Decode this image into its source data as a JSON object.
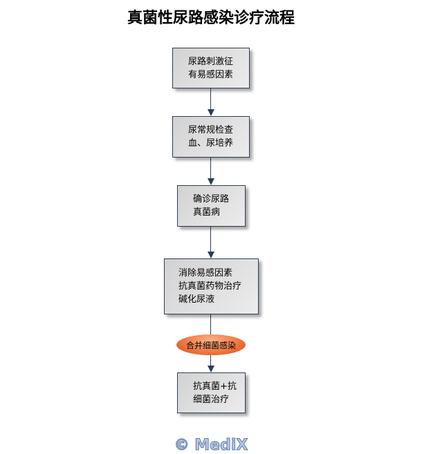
{
  "title": "真菌性尿路感染诊疗流程",
  "steps": [
    {
      "lines": [
        "尿路刺激征",
        "有易感因素"
      ]
    },
    {
      "lines": [
        "尿常规检查",
        "血、尿培养"
      ]
    },
    {
      "lines": [
        "确诊尿路",
        "真菌病"
      ]
    },
    {
      "lines": [
        "消除易感因素",
        "抗真菌药物治疗",
        "碱化尿液"
      ]
    },
    {
      "lines": [
        "抗真菌+抗",
        "细菌治疗"
      ]
    }
  ],
  "condition": "合并细菌感染",
  "watermark": "© MediX"
}
